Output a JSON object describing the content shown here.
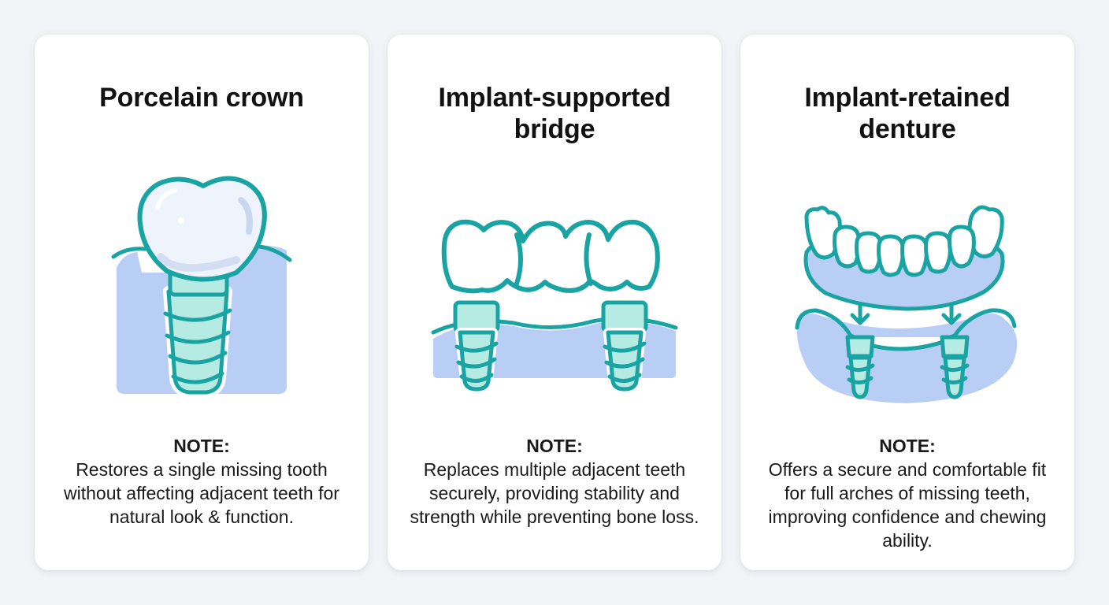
{
  "colors": {
    "page_background": "#f3f4f7",
    "card_background": "#ffffff",
    "teal_outline": "#1aa3a3",
    "implant_fill": "#b5ebe2",
    "gum_blue": "#b8cef5",
    "crown_fill": "#eef3fc"
  },
  "cards": [
    {
      "title": "Porcelain crown",
      "illustration": "single-implant-crown",
      "note_label": "NOTE:",
      "note_text": "Restores a single missing tooth without affecting adjacent teeth for natural look & function."
    },
    {
      "title": "Implant-supported bridge",
      "illustration": "implant-bridge",
      "note_label": "NOTE:",
      "note_text": "Replaces multiple adjacent teeth securely, providing stability and strength while preventing bone loss."
    },
    {
      "title": "Implant-retained denture",
      "illustration": "implant-denture",
      "note_label": "NOTE:",
      "note_text": "Offers a secure and comfortable fit for full arches of missing teeth, improving confidence and chewing ability."
    }
  ]
}
